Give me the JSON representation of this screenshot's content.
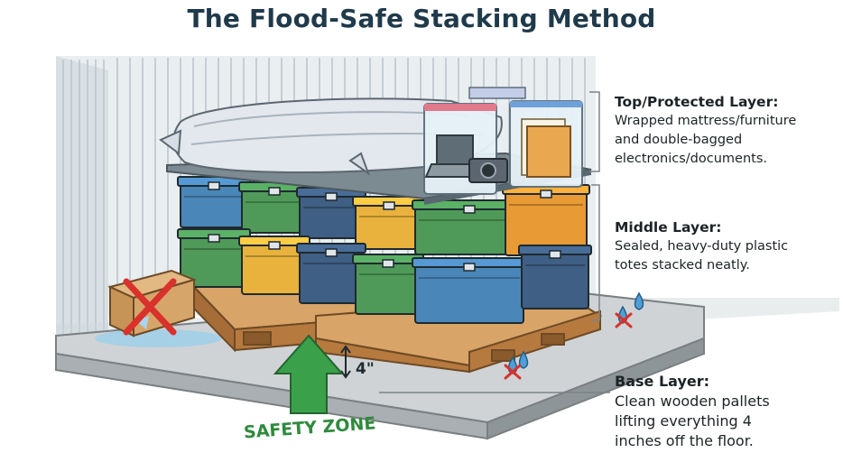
{
  "title": "The Flood-Safe Stacking Method",
  "layers": {
    "top": {
      "heading": "Top/Protected Layer:",
      "lines": [
        "Wrapped mattress/furniture",
        "and double-bagged",
        "electronics/documents."
      ]
    },
    "middle": {
      "heading": "Middle Layer:",
      "lines": [
        "Sealed, heavy-duty plastic",
        "totes stacked neatly."
      ]
    },
    "base": {
      "heading": "Base Layer:",
      "lines": [
        "Clean wooden pallets",
        "lifting everything 4",
        "inches off the floor."
      ]
    }
  },
  "gap_label": "4\"",
  "safety_label": "SAFETY ZONE",
  "colors": {
    "tote_blue": "#4a86b8",
    "tote_green": "#4f9a58",
    "tote_yellow": "#e8b23c",
    "tote_orange": "#e89a35",
    "tote_navy": "#3f5f84",
    "pallet": "#c98f55",
    "arrow_green": "#3aa04a",
    "warning_red": "#d9312b"
  },
  "icons": [
    "mattress-icon",
    "laptop-icon",
    "camera-icon",
    "document-folder-icon",
    "cardboard-box-icon",
    "x-mark-icon",
    "water-drop-icon",
    "up-arrow-icon"
  ]
}
